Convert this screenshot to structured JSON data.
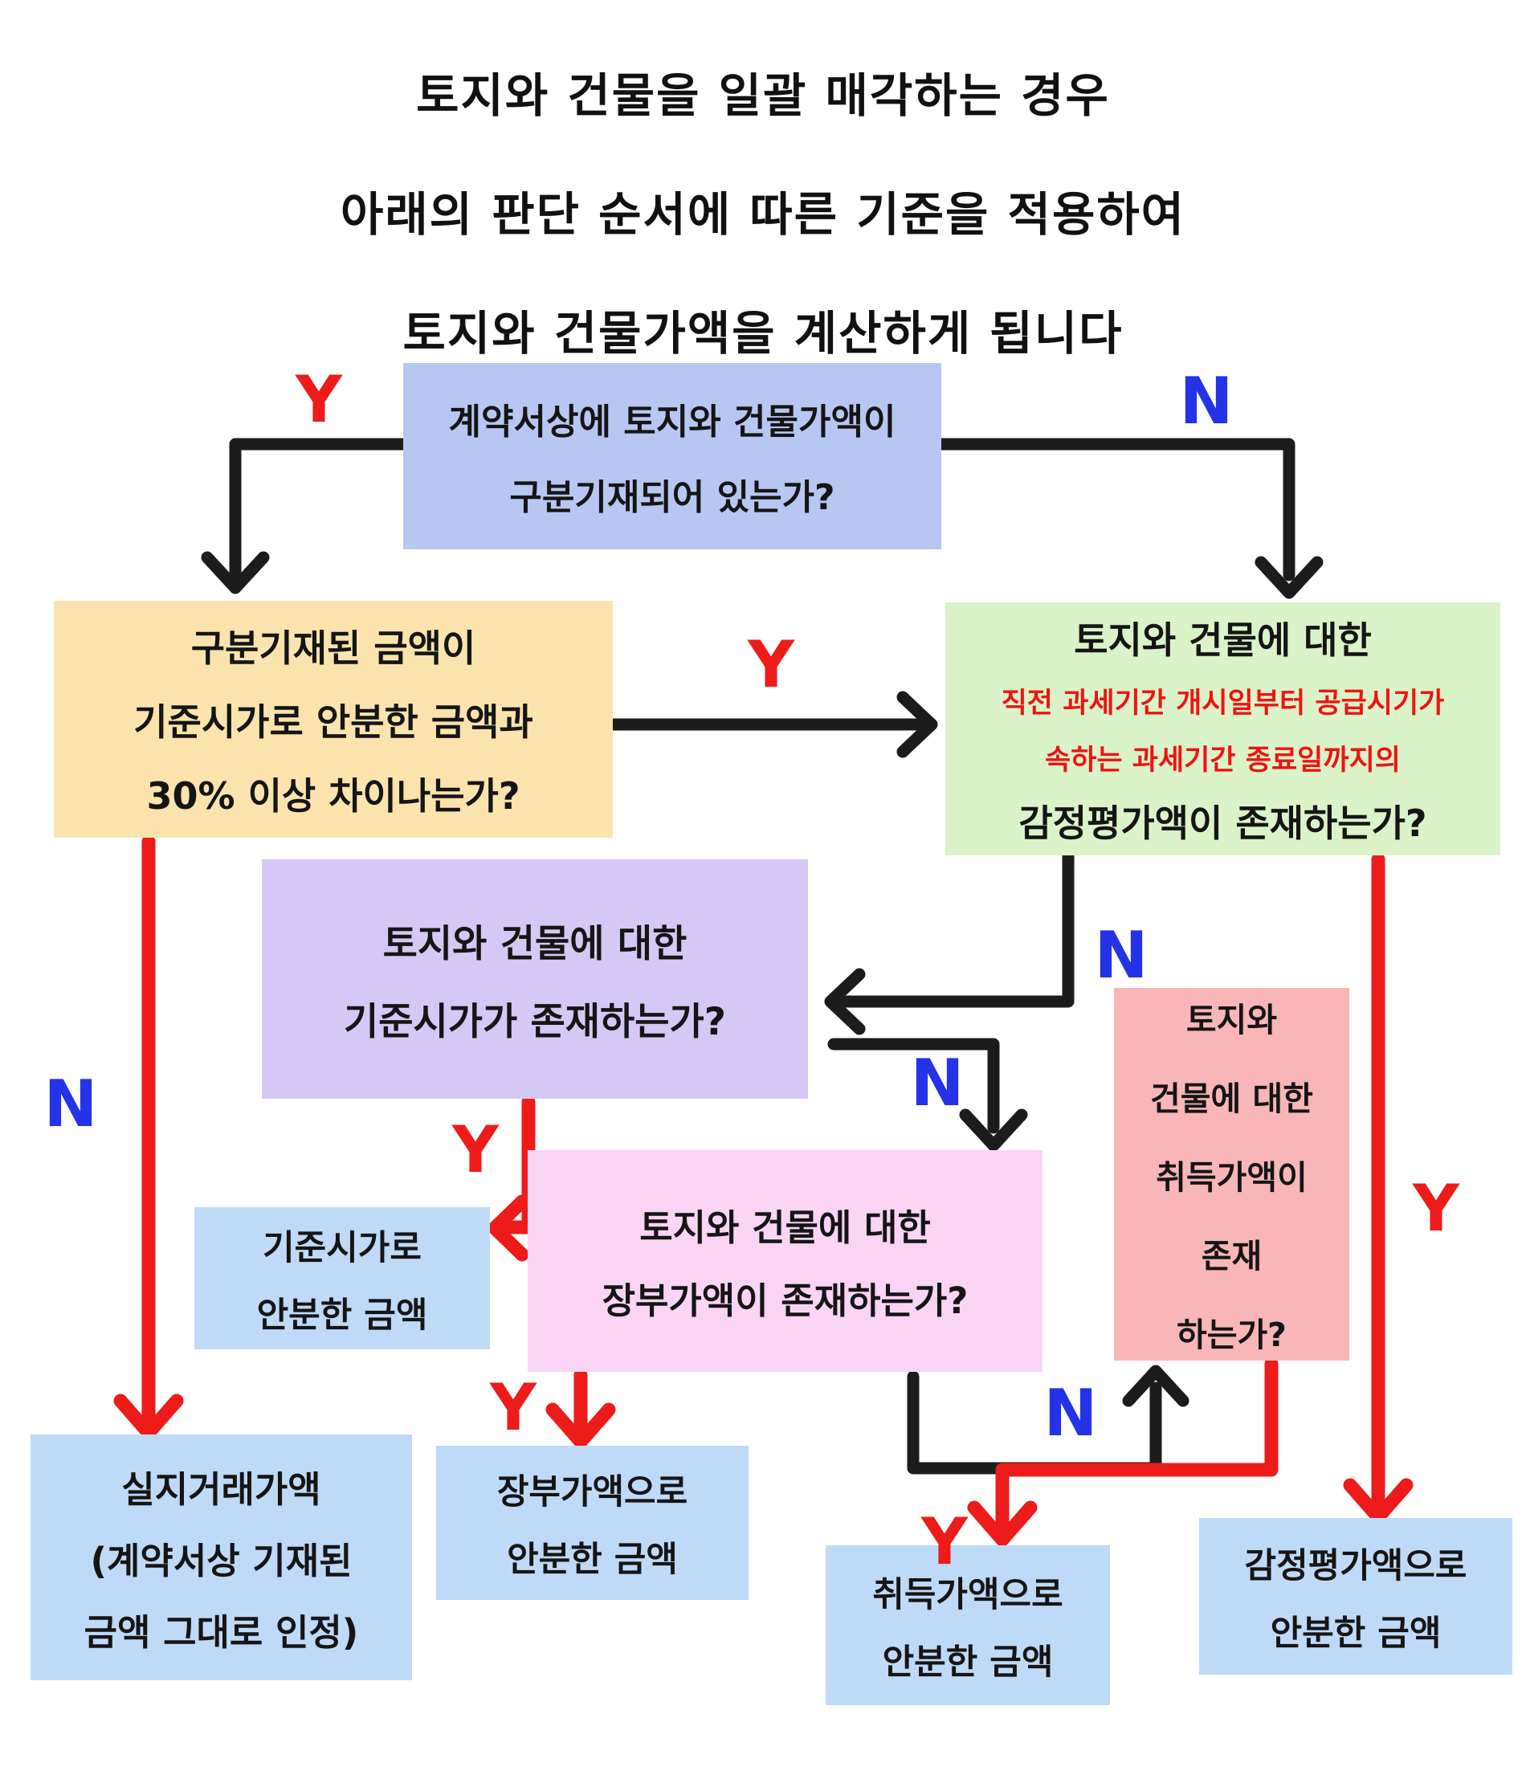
{
  "title": {
    "lines": [
      "토지와 건물을 일괄 매각하는 경우",
      "아래의 판단 순서에 따른 기준을 적용하여",
      "토지와 건물가액을 계산하게 됩니다"
    ]
  },
  "nodes": {
    "q_contract": {
      "lines": [
        "계약서상에 토지와 건물가액이",
        "구분기재되어 있는가?"
      ]
    },
    "q_30pct": {
      "lines": [
        "구분기재된 금액이",
        "기준시가로 안분한 금액과",
        "30% 이상 차이나는가?"
      ]
    },
    "q_appraisal": {
      "line1": "토지와 건물에 대한",
      "line2_red": "직전 과세기간 개시일부터 공급시기가",
      "line3_red": "속하는 과세기간 종료일까지의",
      "line4": "감정평가액이 존재하는가?"
    },
    "q_standard_price": {
      "lines": [
        "토지와 건물에 대한",
        "기준시가가 존재하는가?"
      ]
    },
    "q_book_value": {
      "lines": [
        "토지와 건물에 대한",
        "장부가액이 존재하는가?"
      ]
    },
    "q_acquisition": {
      "lines": [
        "토지와",
        "건물에 대한",
        "취득가액이",
        "존재",
        "하는가?"
      ]
    },
    "r_standard_price": {
      "lines": [
        "기준시가로",
        "안분한 금액"
      ]
    },
    "r_actual_price": {
      "lines": [
        "실지거래가액",
        "(계약서상 기재된",
        "금액 그대로 인정)"
      ]
    },
    "r_book_value": {
      "lines": [
        "장부가액으로",
        "안분한 금액"
      ]
    },
    "r_acquisition": {
      "lines": [
        "취득가액으로",
        "안분한 금액"
      ]
    },
    "r_appraisal": {
      "lines": [
        "감정평가액으로",
        "안분한 금액"
      ]
    }
  },
  "labels": {
    "yes": "Y",
    "no": "N"
  },
  "colors": {
    "yes_label": "#ee1b1b",
    "no_label": "#2433e8",
    "arrow_black": "#1c1c1c",
    "arrow_red": "#ee1b1b",
    "box_contract_question": "#b6c8f1",
    "box_30pct_question": "#fbe3ad",
    "box_appraisal_question": "#daf3c8",
    "box_appraisal_red_text": "#f01212",
    "box_standard_price_question": "#d6c8f4",
    "box_book_value_question": "#fad4f4",
    "box_acquisition_question": "#f8b6b6",
    "box_result": "#bedaf7",
    "text": "#151515",
    "background": "#ffffff"
  }
}
